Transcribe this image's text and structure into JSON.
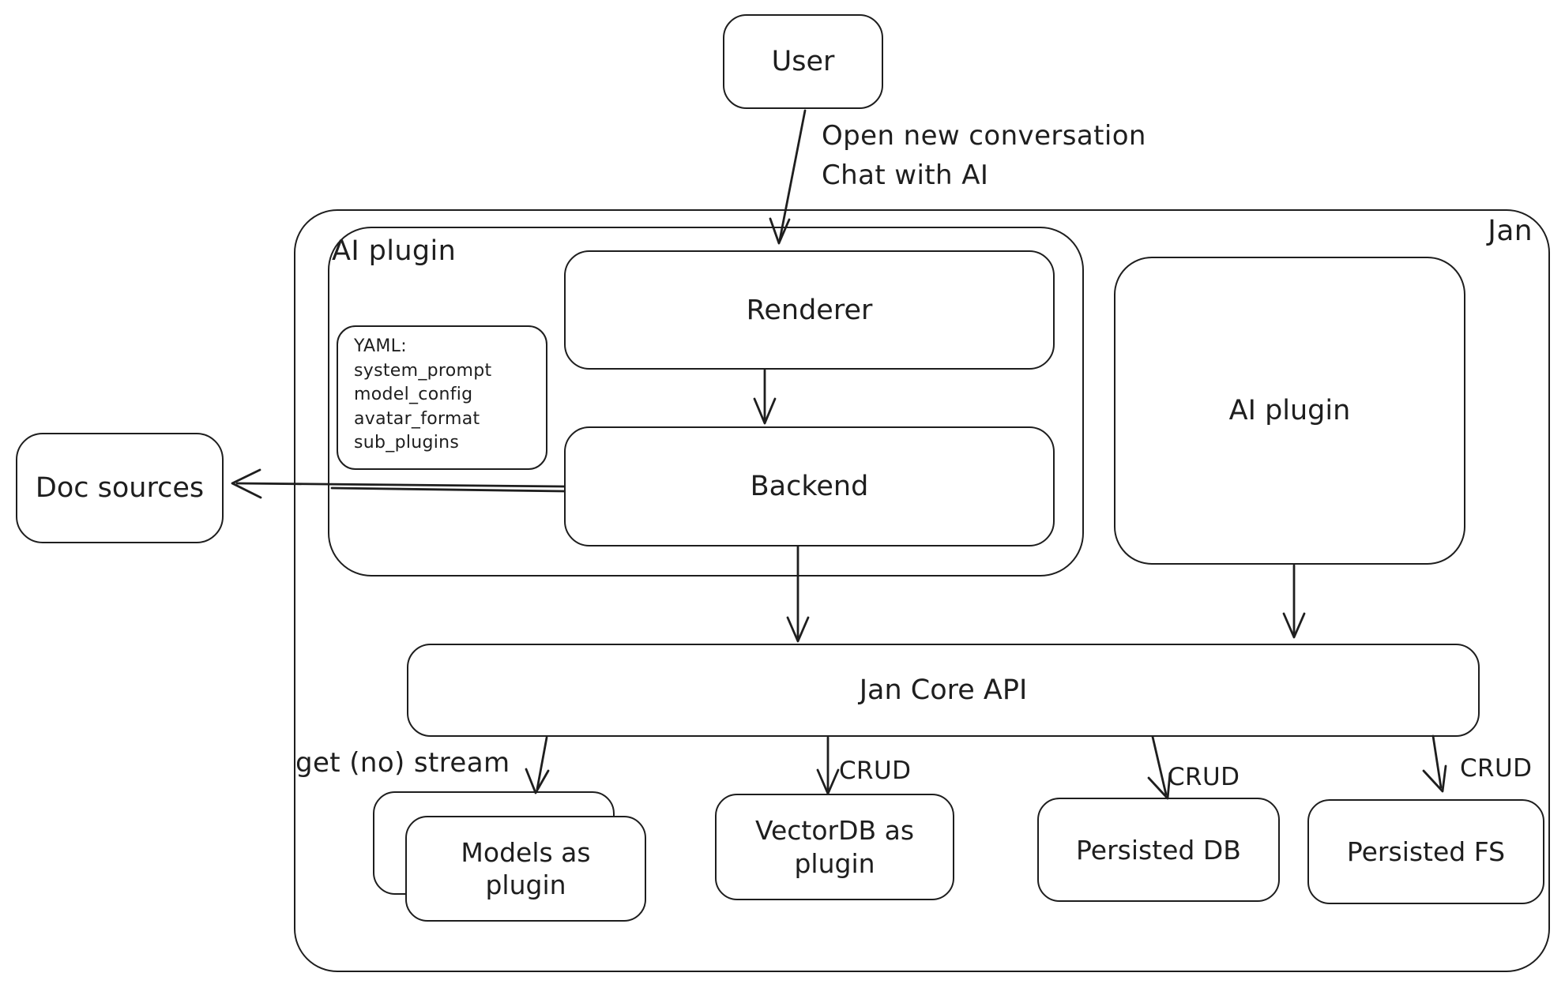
{
  "diagram": {
    "colors": {
      "stroke": "#1e1e1e",
      "background": "#ffffff"
    },
    "nodes": {
      "user": {
        "label": "User"
      },
      "jan_container": {
        "label": "Jan"
      },
      "ai_plugin_container": {
        "label": "AI plugin"
      },
      "yaml_note": {
        "lines": [
          "YAML:",
          "system_prompt",
          "model_config",
          "avatar_format",
          "sub_plugins"
        ]
      },
      "renderer": {
        "label": "Renderer"
      },
      "backend": {
        "label": "Backend"
      },
      "doc_sources": {
        "label": "Doc sources"
      },
      "ai_plugin_right": {
        "label": "AI plugin"
      },
      "jan_core_api": {
        "label": "Jan Core API"
      },
      "models_plugin": {
        "label": "Models as plugin"
      },
      "vectordb_plugin": {
        "label": "VectorDB as plugin"
      },
      "persisted_db": {
        "label": "Persisted DB"
      },
      "persisted_fs": {
        "label": "Persisted FS"
      }
    },
    "edges": {
      "user_to_renderer": {
        "label_line1": "Open new conversation",
        "label_line2": "Chat with AI"
      },
      "core_to_models": {
        "label": "get (no) stream"
      },
      "core_to_vectordb": {
        "label": "CRUD"
      },
      "core_to_persisted_db": {
        "label": "CRUD"
      },
      "core_to_persisted_fs": {
        "label": "CRUD"
      }
    }
  }
}
